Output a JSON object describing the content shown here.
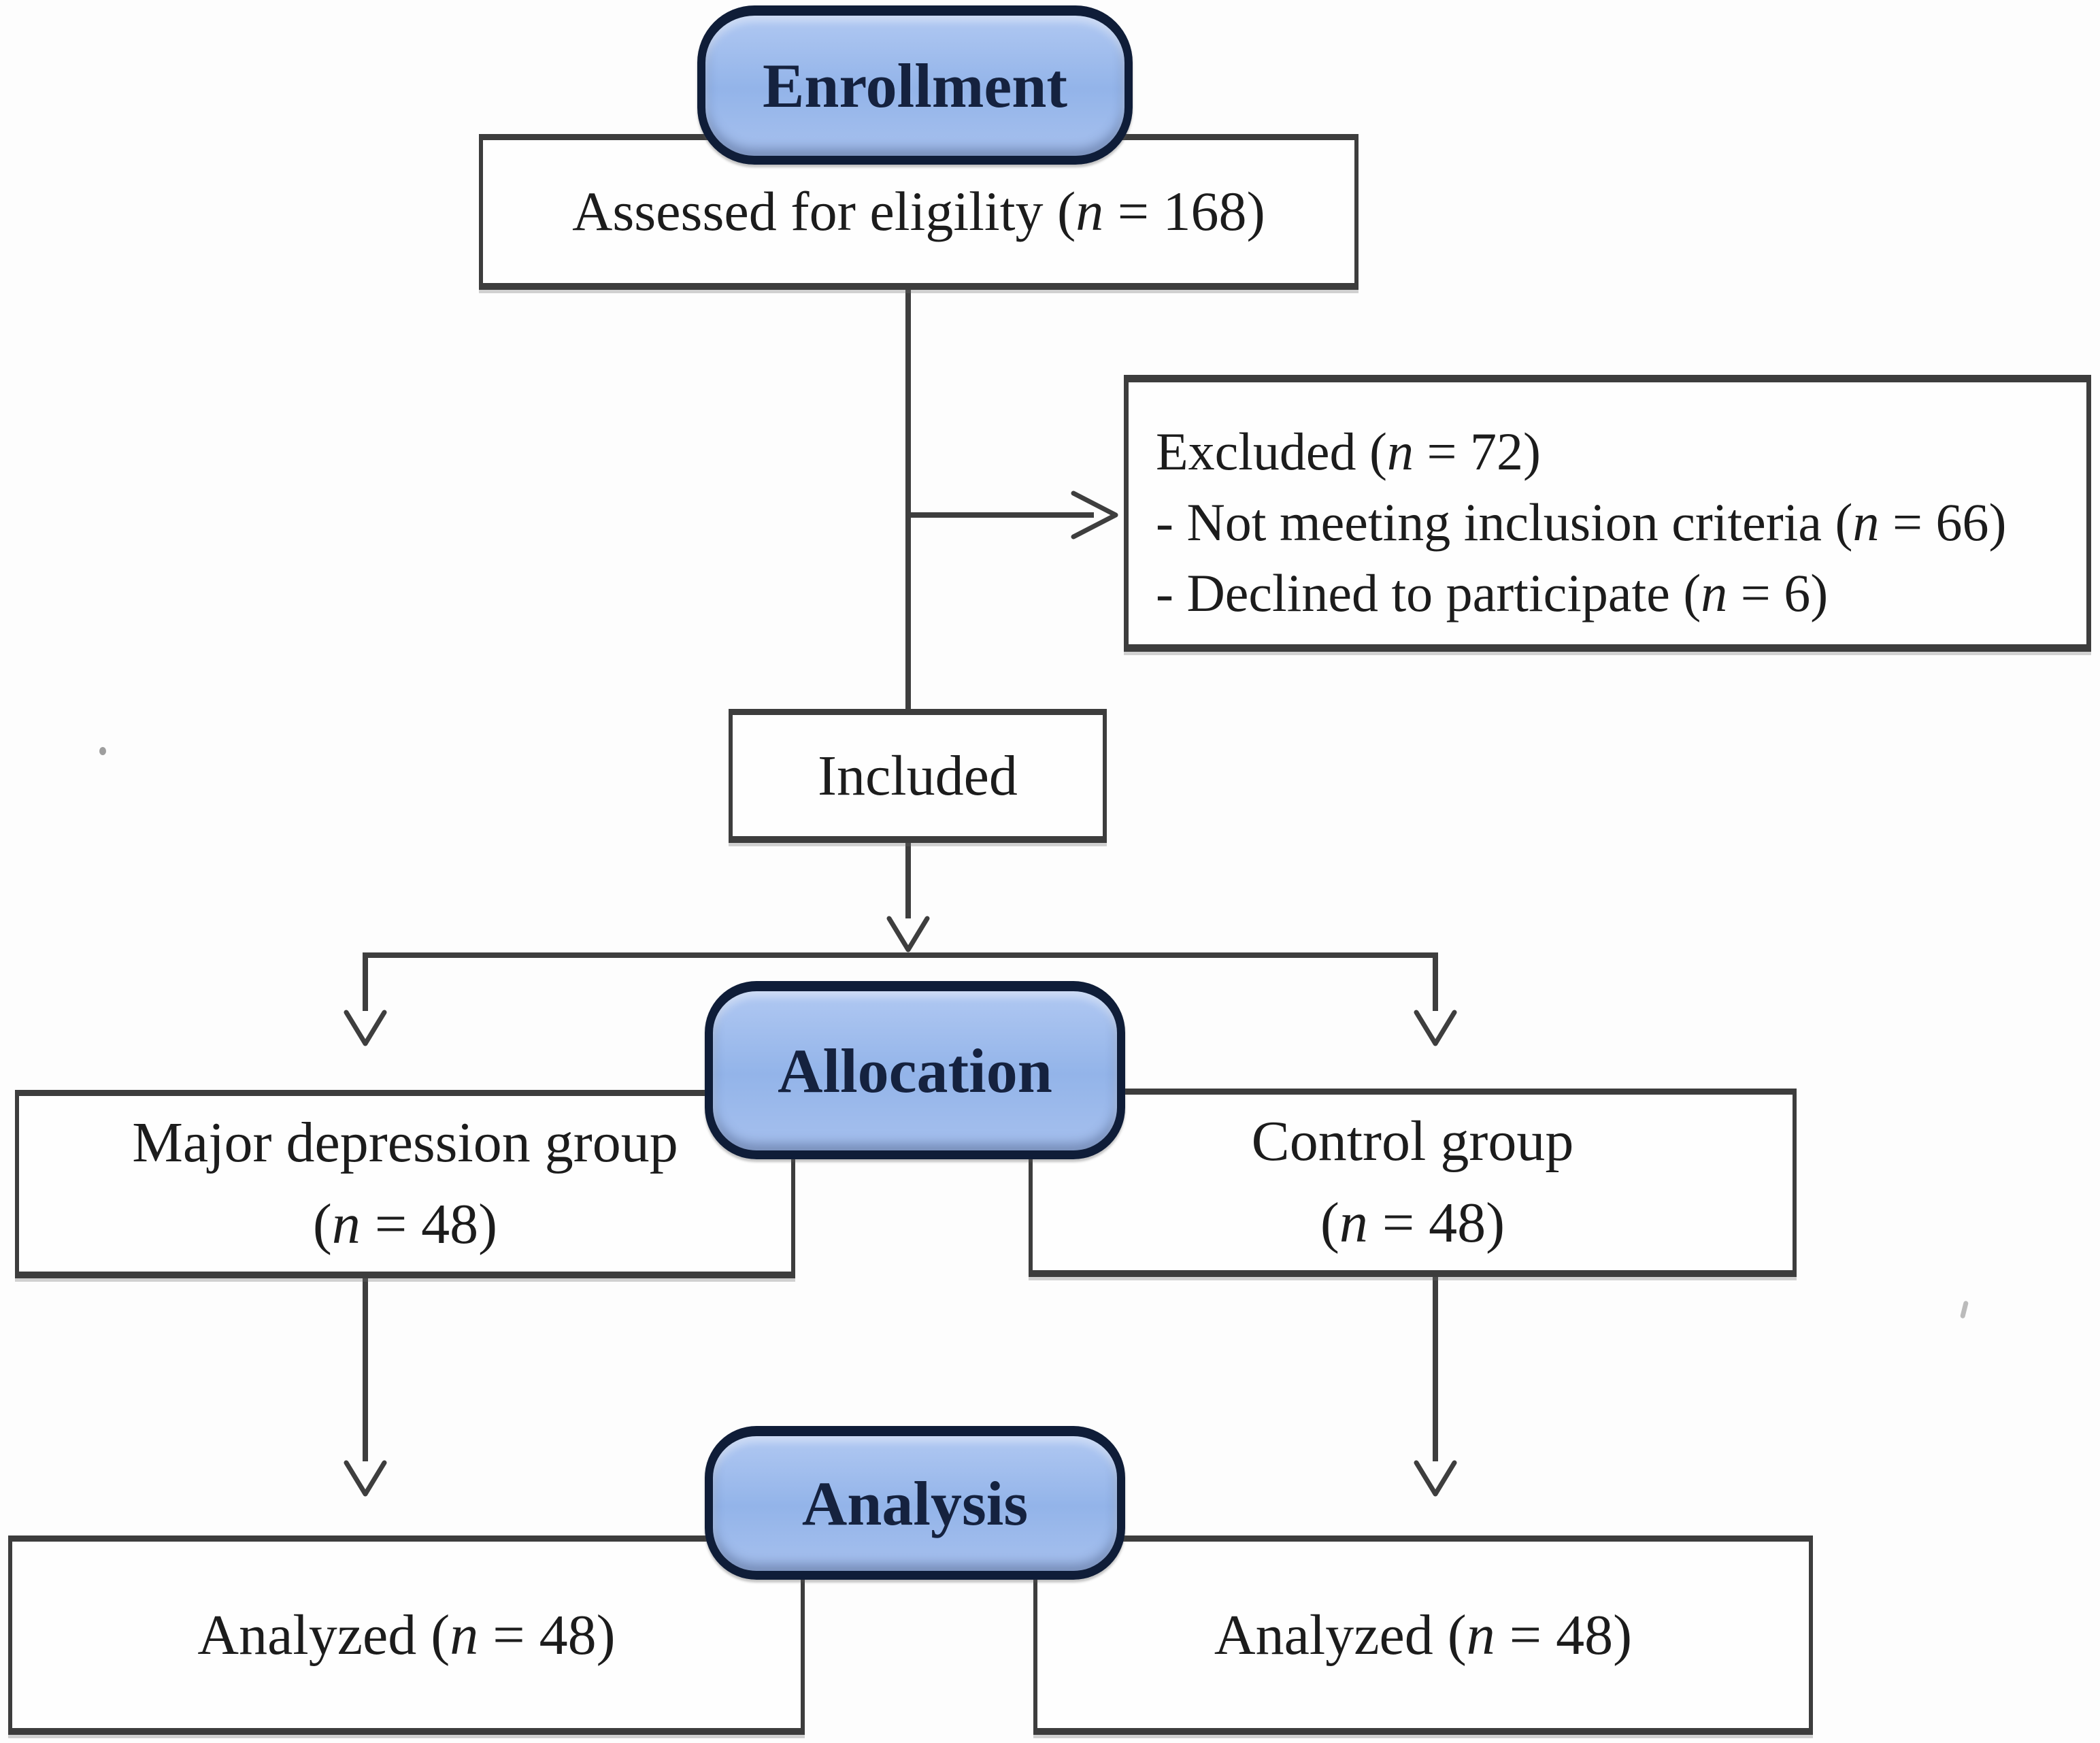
{
  "stages": {
    "enrollment": "Enrollment",
    "allocation": "Allocation",
    "analysis": "Analysis"
  },
  "boxes": {
    "assessed": {
      "segments": [
        {
          "text": "Assessed for eligility ("
        },
        {
          "text": "n",
          "italic": true
        },
        {
          "text": " = 168)"
        }
      ]
    },
    "excluded": {
      "lines": [
        [
          {
            "text": "Excluded ("
          },
          {
            "text": "n",
            "italic": true
          },
          {
            "text": " = 72)"
          }
        ],
        [
          {
            "text": "- Not meeting inclusion criteria ("
          },
          {
            "text": "n",
            "italic": true
          },
          {
            "text": " = 66)"
          }
        ],
        [
          {
            "text": "- Declined to participate ("
          },
          {
            "text": "n",
            "italic": true
          },
          {
            "text": " = 6)"
          }
        ]
      ]
    },
    "included": {
      "label": "Included"
    },
    "major_depression_group": {
      "lines": [
        [
          {
            "text": "Major depression group"
          }
        ],
        [
          {
            "text": "("
          },
          {
            "text": "n",
            "italic": true
          },
          {
            "text": " = 48)"
          }
        ]
      ]
    },
    "control_group": {
      "lines": [
        [
          {
            "text": "Control group"
          }
        ],
        [
          {
            "text": "("
          },
          {
            "text": "n",
            "italic": true
          },
          {
            "text": " = 48)"
          }
        ]
      ]
    },
    "analyzed_left": {
      "segments": [
        {
          "text": "Analyzed ("
        },
        {
          "text": "n",
          "italic": true
        },
        {
          "text": " = 48)"
        }
      ]
    },
    "analyzed_right": {
      "segments": [
        {
          "text": "Analyzed ("
        },
        {
          "text": "n",
          "italic": true
        },
        {
          "text": " = 48)"
        }
      ]
    }
  },
  "counts": {
    "assessed": 168,
    "excluded_total": 72,
    "not_meeting_inclusion_criteria": 66,
    "declined_to_participate": 6,
    "major_depression_group": 48,
    "control_group": 48,
    "analyzed_major_depression": 48,
    "analyzed_control": 48
  },
  "colors": {
    "background": "#fdfdfd",
    "pill_fill_top": "#b0c8f2",
    "pill_fill_mid": "#93b4e9",
    "pill_fill_bottom": "#a6c0ee",
    "pill_border": "#0f1d38",
    "pill_text": "#15223f",
    "box_fill": "#fefefe",
    "box_border": "#3d3d3d",
    "line": "#3e3e3e",
    "text": "#1c1c1c"
  }
}
